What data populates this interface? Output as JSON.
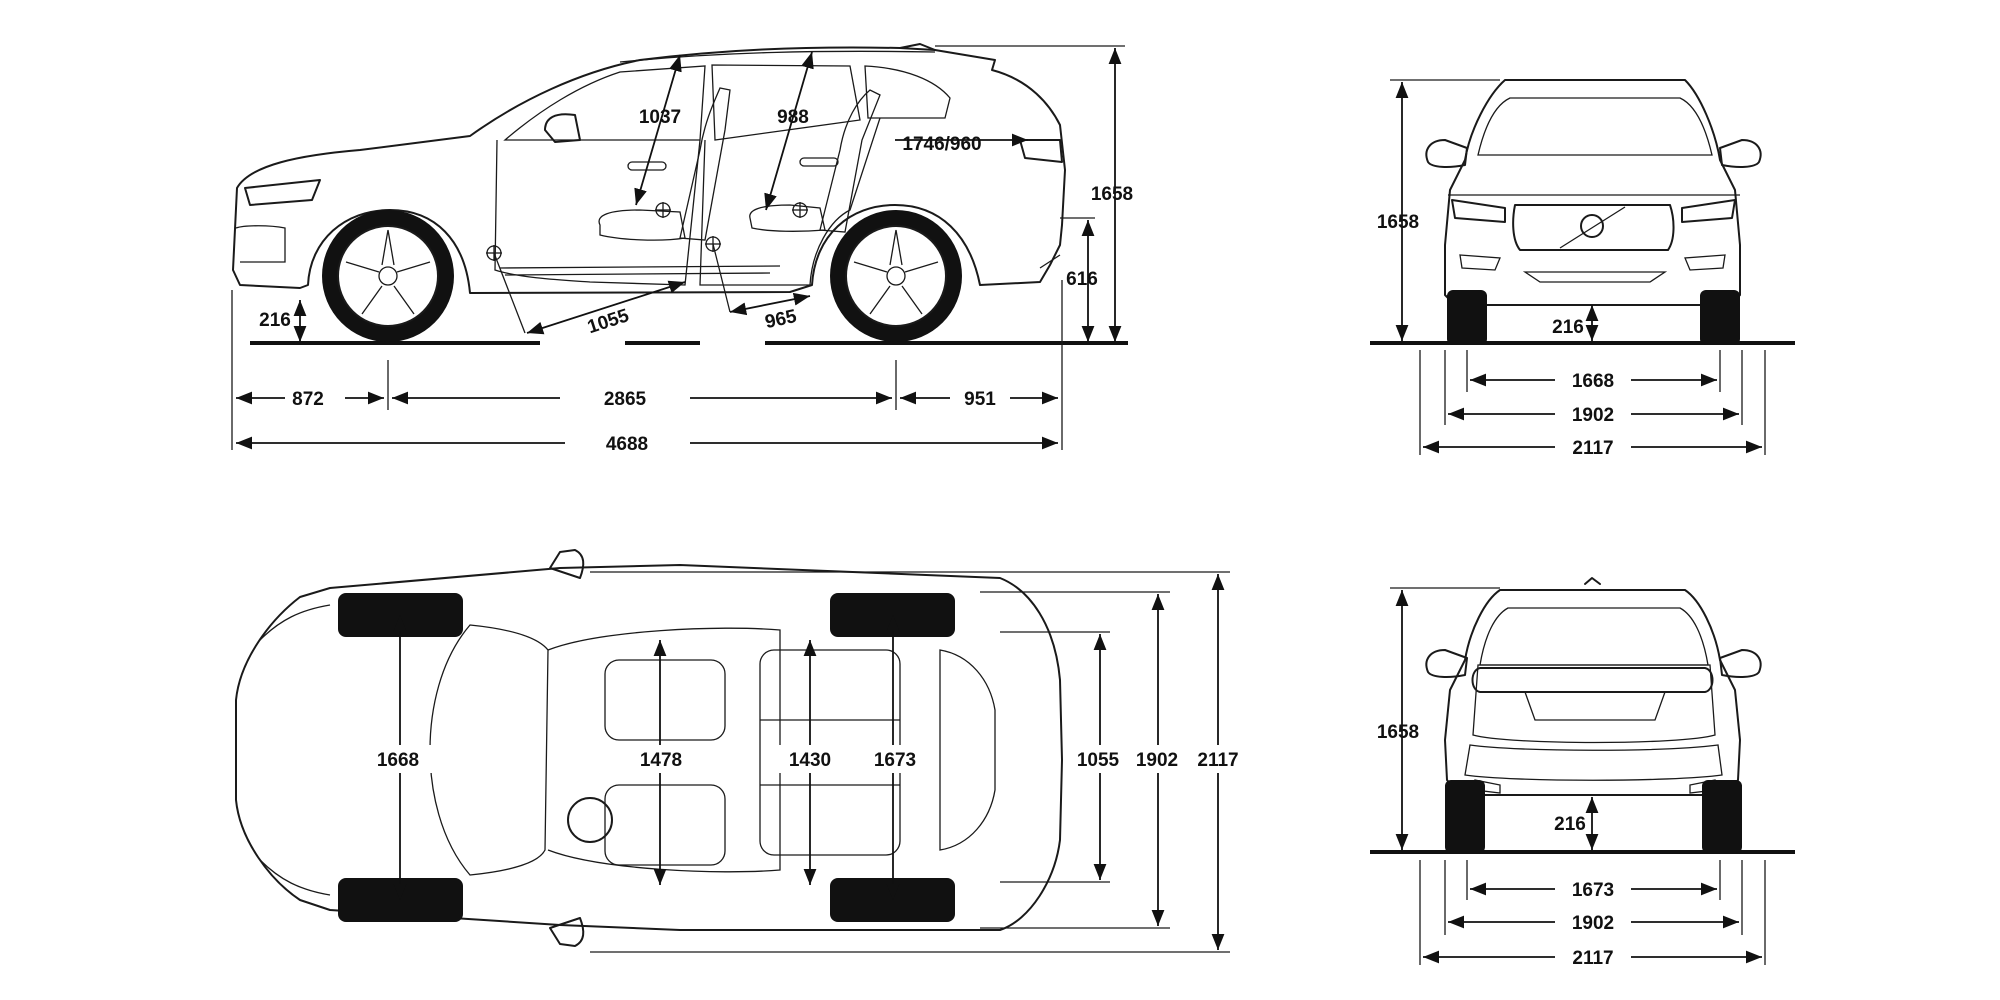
{
  "side_view": {
    "headroom_front": "1037",
    "headroom_rear": "988",
    "cargo_length": "1746/960",
    "height": "1658",
    "rear_overhang_clearance": "616",
    "ground_clearance": "216",
    "legroom_front": "1055",
    "legroom_rear": "965",
    "front_overhang": "872",
    "wheelbase": "2865",
    "rear_overhang": "951",
    "length": "4688"
  },
  "front_view": {
    "height": "1658",
    "ground_clearance": "216",
    "track": "1668",
    "width": "1902",
    "width_mirrors": "2117"
  },
  "top_view": {
    "front_track": "1668",
    "shoulder_front": "1478",
    "shoulder_rear": "1430",
    "rear_track": "1673",
    "cargo_width": "1055",
    "width": "1902",
    "width_mirrors": "2117"
  },
  "rear_view": {
    "height": "1658",
    "ground_clearance": "216",
    "track": "1673",
    "width": "1902",
    "width_mirrors": "2117"
  },
  "colors": {
    "line": "#1a1a1a",
    "tire": "#111111",
    "background": "#ffffff"
  }
}
